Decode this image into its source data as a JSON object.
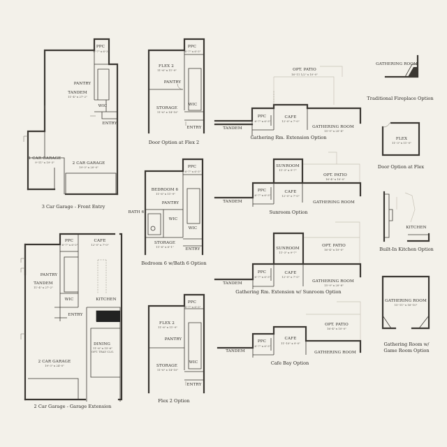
{
  "labels": {
    "ppc": "PPC",
    "ppc_dim": "6'-7\" x 6'-3\"",
    "pantry": "PANTRY",
    "tandem": "TANDEM",
    "tandem_dim": "11'-4\" x 27'-2\"",
    "wic": "WIC",
    "entry": "ENTRY",
    "car1": "1 CAR GARAGE",
    "car1_dim": "9'-11\" x 19'-3\"",
    "car2": "2 CAR GARAGE",
    "car2_dim": "19'-3\" x 20'-0\"",
    "car2x_dim": "19'-3\" x 24'-0\"",
    "flex2": "FLEX 2",
    "flex2_dim": "11'-6\" x 11'-9\"",
    "storage": "STORAGE",
    "storage_dim": "11'-6\" x 14'-10\"",
    "bedroom6": "BEDROOM 6",
    "bedroom6_dim": "11'-6\" x 11'-9\"",
    "bath6": "BATH 6",
    "storage2_dim": "11'-6\" x 6'-1\"",
    "cafe": "CAFE",
    "cafe_dim": "12'-0\" x 7'-0\"",
    "cafe_bay_dim": "11'-10\" x 9'-0\"",
    "kitchen": "KITCHEN",
    "dining": "DINING",
    "dining_dim": "11'-6\" x 15'-6\"",
    "dining_note": "OPT. TRAY CLG.",
    "opt_patio": "OPT. PATIO",
    "opt_patio_dim1": "16'-11 1/2\" x 10'-0\"",
    "opt_patio_dim2": "16'-4\" x 10'-0\"",
    "gathering_room": "GATHERING ROOM",
    "gathering_dim1": "15'-9\" x 20'-8\"",
    "gathering_dim2": "15'-9\" x 20'-8\"",
    "gathering_game_dim": "15'-11\" x 16'-10\"",
    "sunroom": "SUNROOM",
    "sunroom_dim": "11'-3\" x 9'-7\"",
    "flex": "FLEX",
    "flex_dim": "11'-3\" x 11'-0\"",
    "gathering_room_small": "GATHERING ROOM"
  },
  "captions": {
    "front_entry": "3 Car Garage - Front Entry",
    "door_flex2": "Door Option at Flex 2",
    "gathering_ext": "Gathering Rm. Extension Option",
    "fireplace": "Traditional Fireplace Option",
    "door_flex": "Door Option at Flex",
    "bedroom6": "Bedroom 6 w/Bath 6 Option",
    "sunroom": "Sunroom Option",
    "builtin_kitchen": "Built-In Kitchen Option",
    "gathering_ext_sunroom": "Gathering Rm. Extension w/ Sunroom Option",
    "garage_ext": "2 Car Garage - Garage Extension",
    "flex2_option": "Flex 2 Option",
    "cafe_bay": "Cafe Bay Option",
    "game_room_l1": "Gathering Room w/",
    "game_room_l2": "Game Room Option"
  },
  "colors": {
    "background": "#f3f1ea",
    "wall": "#3a3732",
    "text": "#2c2a26"
  }
}
